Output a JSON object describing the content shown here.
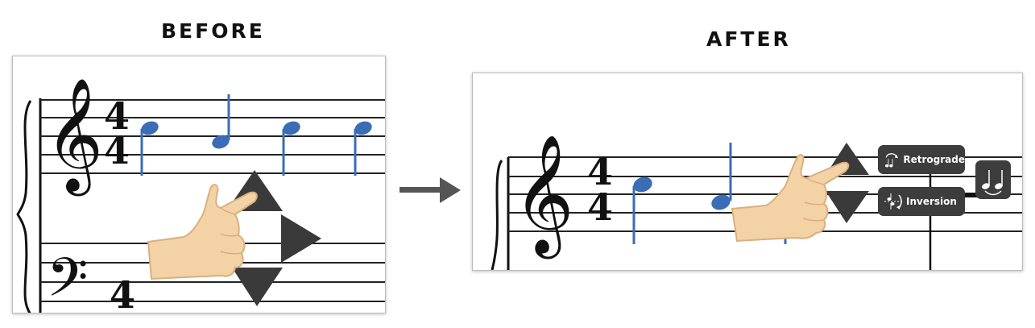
{
  "before": {
    "heading": "BEFORE",
    "time_signature": "4"
  },
  "after": {
    "heading": "AFTER",
    "time_signature": "4",
    "menu": {
      "retrograde_label": "Retrograde",
      "inversion_label": "Inversion"
    }
  },
  "colors": {
    "note_blue": "#3b6cb6",
    "control_dark": "#3a3a3a",
    "hand_skin": "#f3d2a6"
  },
  "icons": [
    "treble-clef-icon",
    "bass-clef-icon",
    "hand-pointer-icon",
    "triangle-up-icon",
    "triangle-down-icon",
    "triangle-right-icon",
    "triangle-left-icon",
    "retrograde-icon",
    "inversion-icon",
    "quarter-notes-icon",
    "right-arrow-icon"
  ]
}
